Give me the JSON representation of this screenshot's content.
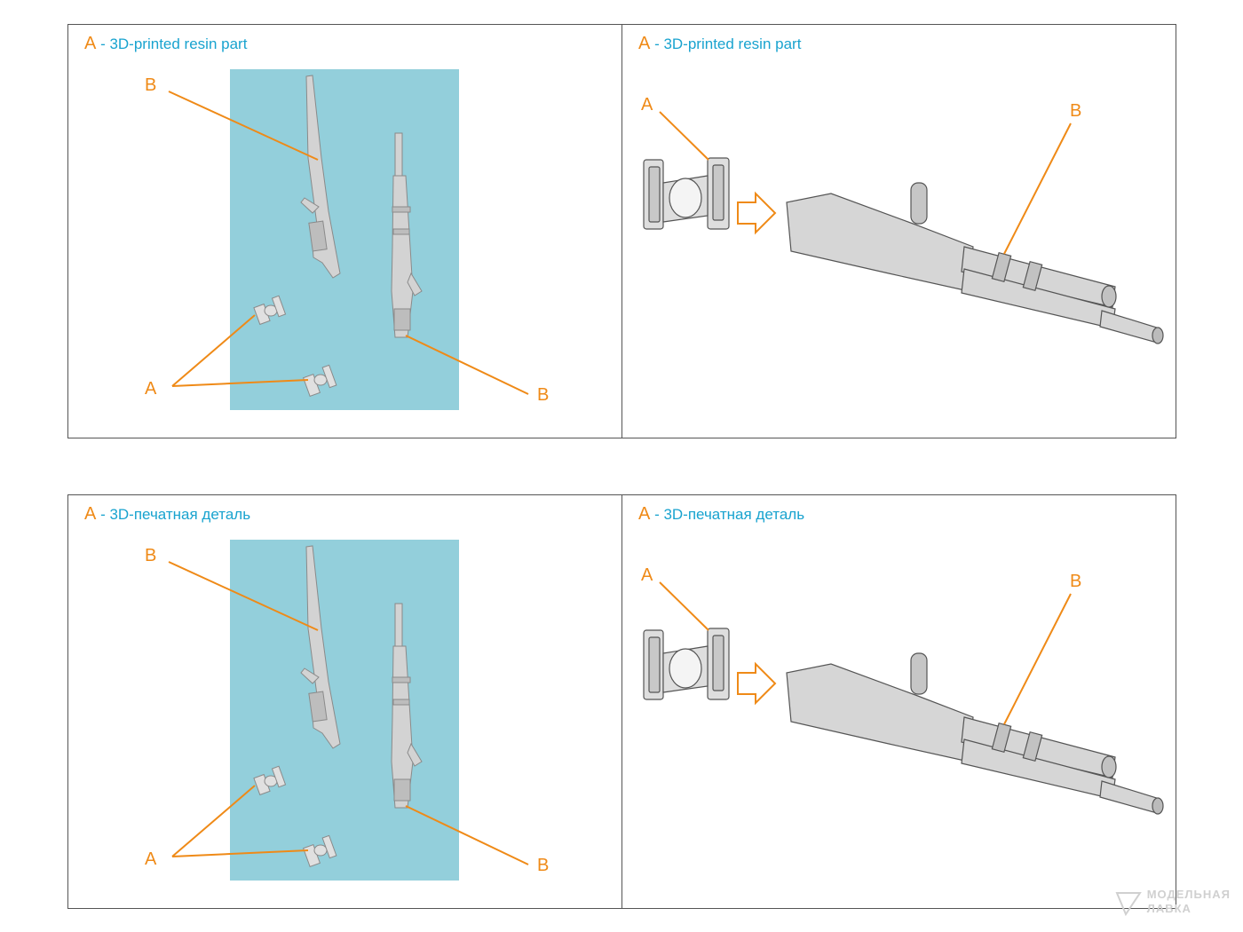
{
  "sections": [
    {
      "id": "english",
      "left_caption": {
        "letter": "A",
        "sep": " - ",
        "text": "3D-printed resin part"
      },
      "right_caption": {
        "letter": "A",
        "sep": " - ",
        "text": "3D-printed resin part"
      }
    },
    {
      "id": "russian",
      "left_caption": {
        "letter": "A",
        "sep": " - ",
        "text": "3D-печатная деталь"
      },
      "right_caption": {
        "letter": "A",
        "sep": " - ",
        "text": "3D-печатная деталь"
      }
    }
  ],
  "callouts": {
    "a": "A",
    "b": "B"
  },
  "colors": {
    "accent_orange": "#ef8a17",
    "caption_blue": "#19a3cf",
    "print_bg": "#93cfdb",
    "resin_grey": "#c9c9c9"
  },
  "watermark": {
    "line1": "МОДЕЛЬНАЯ",
    "line2": "ЛАВКА"
  }
}
